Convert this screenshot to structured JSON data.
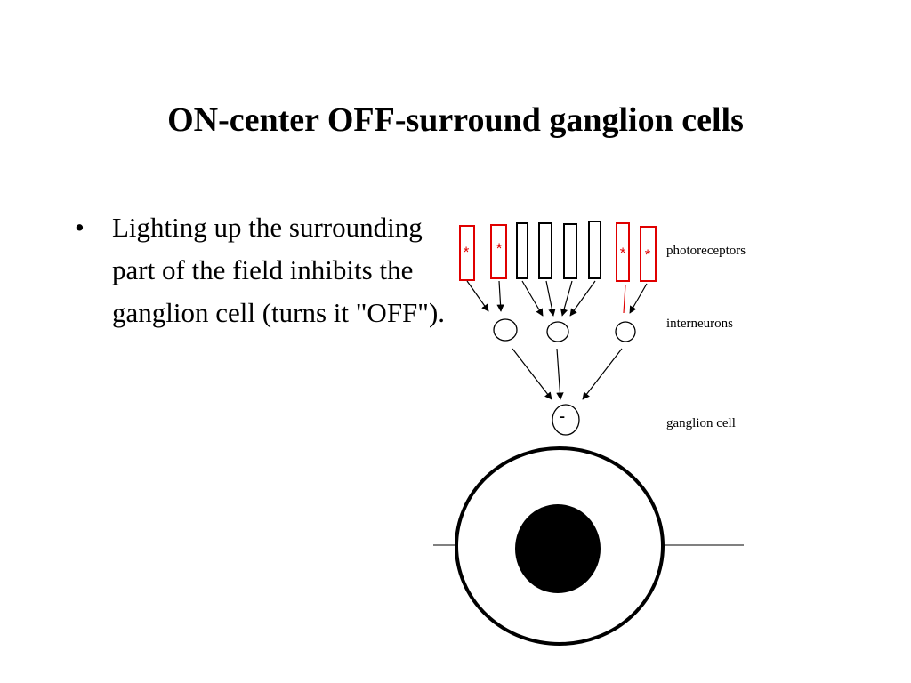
{
  "slide": {
    "title": "ON-center OFF-surround ganglion cells",
    "bullets": [
      {
        "marker": "•",
        "text": "Lighting up the surrounding part of the field inhibits the ganglion cell (turns it \"OFF\")."
      }
    ]
  },
  "diagram": {
    "labels": {
      "photoreceptors": "photoreceptors",
      "interneurons": "interneurons",
      "ganglion_cell": "ganglion cell"
    },
    "stimulus_marker": "*",
    "inhibitory_sign": "-",
    "lit_photoreceptor_color": "#e00000",
    "unlit_photoreceptor_color": "#000000",
    "receptive_field": {
      "center": "dark",
      "surround": "light"
    },
    "photoreceptors": [
      {
        "state": "lit"
      },
      {
        "state": "lit"
      },
      {
        "state": "unlit"
      },
      {
        "state": "unlit"
      },
      {
        "state": "unlit"
      },
      {
        "state": "unlit"
      },
      {
        "state": "lit"
      },
      {
        "state": "lit"
      }
    ]
  }
}
